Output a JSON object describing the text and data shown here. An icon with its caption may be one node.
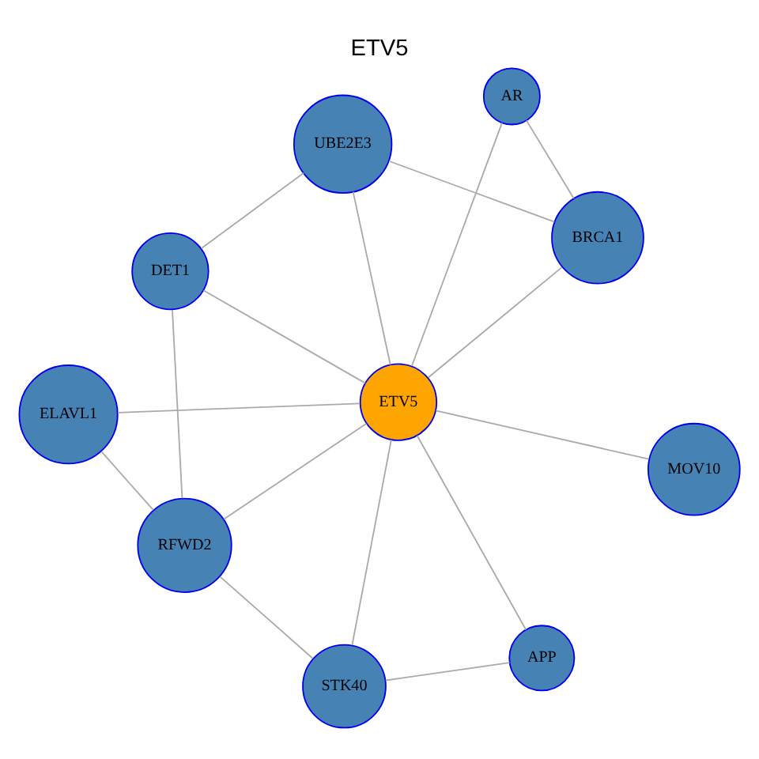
{
  "diagram": {
    "title": "ETV5",
    "nodes": [
      {
        "text": [
          "UBE2E3"
        ]
      },
      {
        "text": [
          "BRCA1"
        ]
      },
      {
        "text": [
          "DET1"
        ]
      },
      {
        "text": [
          "ELAVL1"
        ]
      },
      {
        "text": [
          "AR"
        ]
      },
      {
        "text": [
          "ETV5"
        ]
      },
      {
        "text": [
          "RFWD2"
        ]
      },
      {
        "text": [
          "MOV10"
        ]
      },
      {
        "text": [
          "STK40"
        ]
      },
      {
        "text": [
          "APP"
        ]
      }
    ],
    "edges": [
      {
        "from": 5,
        "to": 0,
        "arrow": "none"
      },
      {
        "from": 5,
        "to": 1,
        "arrow": "none"
      },
      {
        "from": 5,
        "to": 4,
        "arrow": "none"
      },
      {
        "from": 5,
        "to": 2,
        "arrow": "none"
      },
      {
        "from": 5,
        "to": 3,
        "arrow": "none"
      },
      {
        "from": 5,
        "to": 6,
        "arrow": "none"
      },
      {
        "from": 5,
        "to": 8,
        "arrow": "none"
      },
      {
        "from": 5,
        "to": 9,
        "arrow": "none"
      },
      {
        "from": 5,
        "to": 7,
        "arrow": "none"
      },
      {
        "from": 0,
        "to": 1,
        "arrow": "none"
      },
      {
        "from": 0,
        "to": 2,
        "arrow": "none"
      },
      {
        "from": 1,
        "to": 4,
        "arrow": "none"
      },
      {
        "from": 2,
        "to": 6,
        "arrow": "none"
      },
      {
        "from": 3,
        "to": 6,
        "arrow": "none"
      },
      {
        "from": 6,
        "to": 8,
        "arrow": "none"
      },
      {
        "from": 8,
        "to": 9,
        "arrow": "none"
      }
    ]
  }
}
